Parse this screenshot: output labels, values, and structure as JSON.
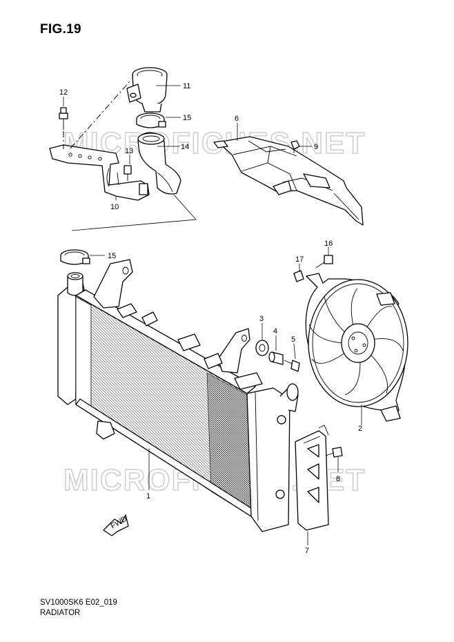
{
  "figure": {
    "title": "FIG.19",
    "model_code": "SV1000SK6 E02_019",
    "section_name": "RADIATOR"
  },
  "watermarks": [
    "MICROFICHES.NET",
    "MICROFICHES.NET"
  ],
  "direction_marker": "FWD",
  "callouts": [
    {
      "id": "1",
      "part": "radiator"
    },
    {
      "id": "2",
      "part": "cooling-fan"
    },
    {
      "id": "3",
      "part": "grommet"
    },
    {
      "id": "4",
      "part": "collar"
    },
    {
      "id": "5",
      "part": "bolt"
    },
    {
      "id": "6",
      "part": "radiator-cover"
    },
    {
      "id": "7",
      "part": "side-guard"
    },
    {
      "id": "8",
      "part": "screw"
    },
    {
      "id": "9",
      "part": "clip"
    },
    {
      "id": "10",
      "part": "bracket"
    },
    {
      "id": "11",
      "part": "hose-fitting"
    },
    {
      "id": "12",
      "part": "bolt"
    },
    {
      "id": "13",
      "part": "bolt"
    },
    {
      "id": "14",
      "part": "hose"
    },
    {
      "id": "15",
      "part": "hose-clamp"
    },
    {
      "id": "16",
      "part": "bolt"
    },
    {
      "id": "17",
      "part": "nut"
    }
  ]
}
